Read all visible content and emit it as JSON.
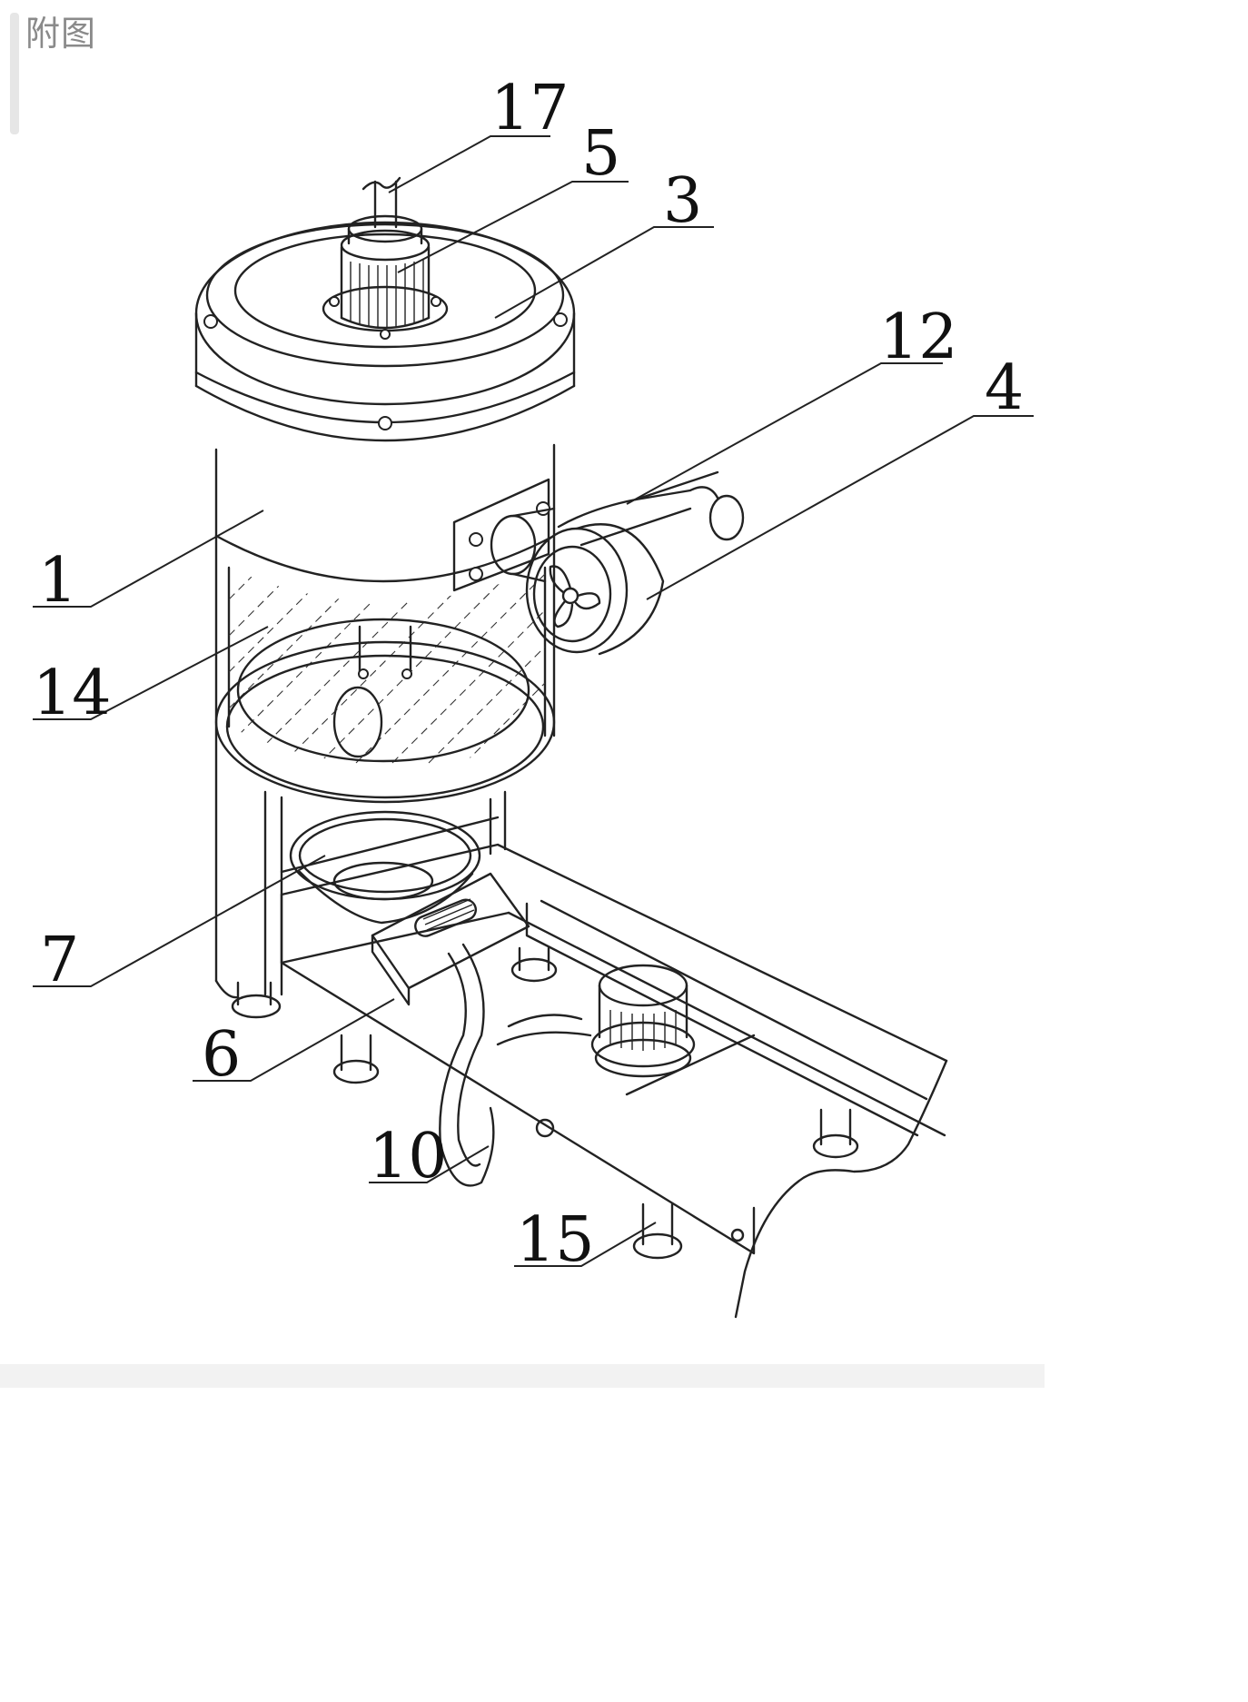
{
  "caption": "附图",
  "figure": {
    "callouts": [
      {
        "id": "17",
        "label": "17"
      },
      {
        "id": "5",
        "label": "5"
      },
      {
        "id": "3",
        "label": "3"
      },
      {
        "id": "12",
        "label": "12"
      },
      {
        "id": "4",
        "label": "4"
      },
      {
        "id": "1",
        "label": "1"
      },
      {
        "id": "14",
        "label": "14"
      },
      {
        "id": "7",
        "label": "7"
      },
      {
        "id": "6",
        "label": "6"
      },
      {
        "id": "10",
        "label": "10"
      },
      {
        "id": "15",
        "label": "15"
      }
    ]
  }
}
